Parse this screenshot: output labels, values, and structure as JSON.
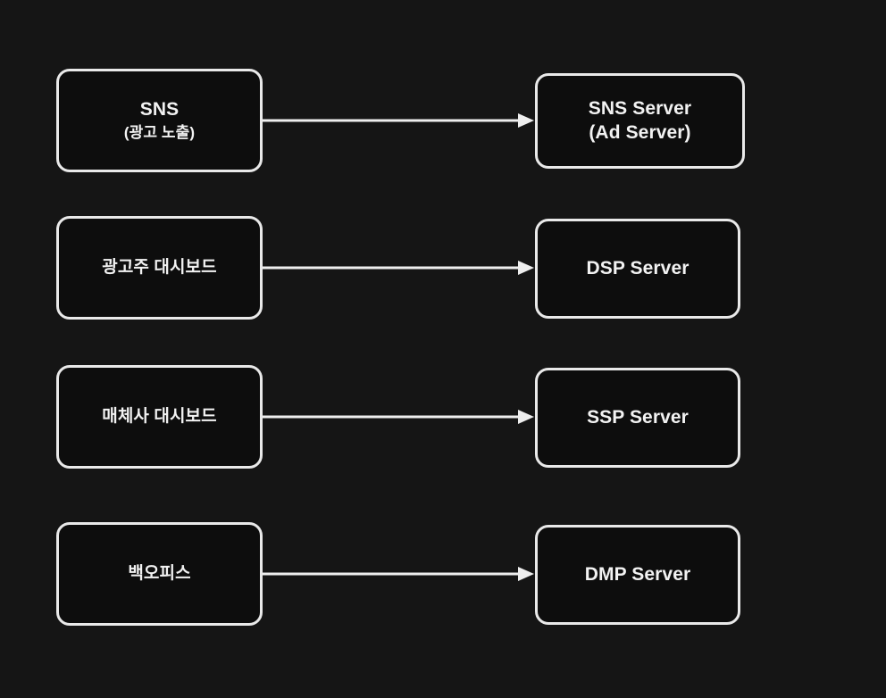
{
  "diagram": {
    "type": "flow",
    "background_color": "#151515",
    "node_fill_color": "#0d0d0d",
    "node_border_color": "#e9e9e9",
    "edge_color": "#eeeeee",
    "text_color": "#f2f2f2",
    "rows": [
      {
        "id": "row-sns",
        "source": {
          "id": "node-sns",
          "line1": "SNS",
          "line2": "(광고 노출)",
          "style": "mixed"
        },
        "target": {
          "id": "node-sns-server",
          "line1": "SNS Server",
          "line2": "(Ad Server)",
          "style": "latin"
        },
        "edge": {
          "id": "edge-sns",
          "direction": "right"
        }
      },
      {
        "id": "row-advertiser",
        "source": {
          "id": "node-advertiser-dashboard",
          "line1": "광고주 대시보드",
          "line2": "",
          "style": "hangul"
        },
        "target": {
          "id": "node-dsp-server",
          "line1": "DSP Server",
          "line2": "",
          "style": "latin"
        },
        "edge": {
          "id": "edge-advertiser",
          "direction": "right"
        }
      },
      {
        "id": "row-publisher",
        "source": {
          "id": "node-publisher-dashboard",
          "line1": "매체사 대시보드",
          "line2": "",
          "style": "hangul"
        },
        "target": {
          "id": "node-ssp-server",
          "line1": "SSP Server",
          "line2": "",
          "style": "latin"
        },
        "edge": {
          "id": "edge-publisher",
          "direction": "right"
        }
      },
      {
        "id": "row-backoffice",
        "source": {
          "id": "node-backoffice",
          "line1": "백오피스",
          "line2": "",
          "style": "hangul"
        },
        "target": {
          "id": "node-dmp-server",
          "line1": "DMP Server",
          "line2": "",
          "style": "latin"
        },
        "edge": {
          "id": "edge-backoffice",
          "direction": "right"
        }
      }
    ]
  }
}
